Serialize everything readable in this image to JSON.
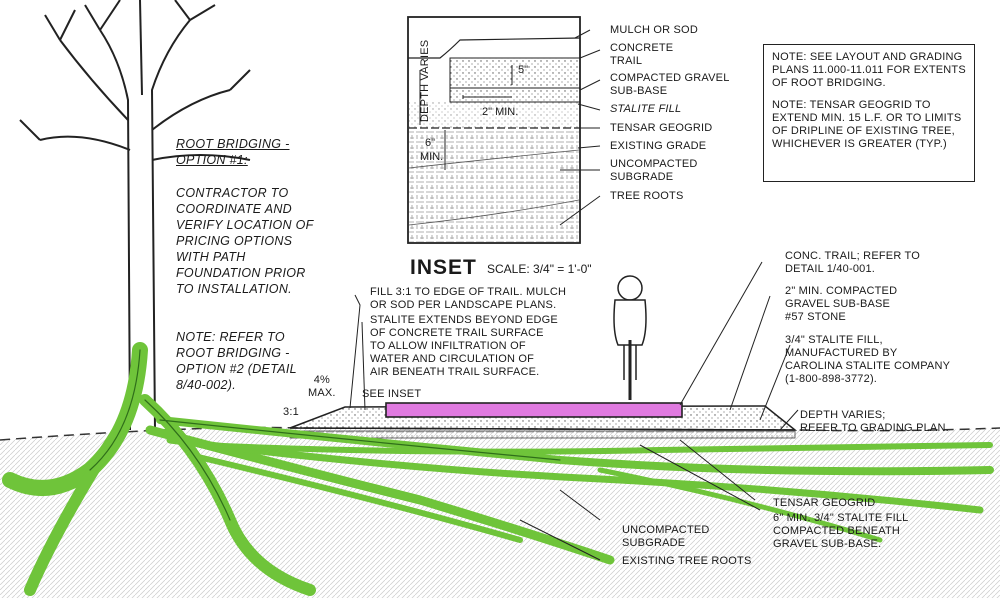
{
  "left_note": {
    "heading": [
      "ROOT BRIDGING -",
      "OPTION #1:"
    ],
    "body": [
      "CONTRACTOR TO",
      "COORDINATE AND",
      "VERIFY LOCATION OF",
      "PRICING OPTIONS",
      "WITH PATH",
      "FOUNDATION PRIOR",
      "TO INSTALLATION."
    ],
    "note": [
      "NOTE: REFER TO",
      "ROOT BRIDGING -",
      "OPTION #2 (DETAIL",
      "8/40-002)."
    ]
  },
  "inset": {
    "title": "INSET",
    "scale": "SCALE: 3/4\" = 1'-0\"",
    "depth_varies": "DEPTH VARIES",
    "dim_5": "5\"",
    "dim_2": "2\" MIN.",
    "dim_6": "6\"",
    "dim_min": "MIN.",
    "labels": {
      "mulch": "MULCH OR SOD",
      "concrete": [
        "CONCRETE",
        "TRAIL"
      ],
      "gravel": [
        "COMPACTED GRAVEL",
        "SUB-BASE"
      ],
      "stalite": "STALITE FILL",
      "geogrid": "TENSAR GEOGRID",
      "grade": "EXISTING GRADE",
      "subgrade": [
        "UNCOMPACTED",
        "SUBGRADE"
      ],
      "roots": "TREE ROOTS"
    }
  },
  "note_box": {
    "note1": "NOTE: SEE LAYOUT AND GRADING PLANS 11.000-11.011 FOR EXTENTS OF ROOT BRIDGING.",
    "note2": "NOTE: TENSAR GEOGRID TO EXTEND MIN. 15 L.F. OR TO LIMITS OF DRIPLINE OF EXISTING TREE, WHICHEVER IS GREATER (TYP.)"
  },
  "section": {
    "fill_note": [
      "FILL 3:1 TO EDGE OF TRAIL. MULCH",
      "OR SOD PER LANDSCAPE PLANS."
    ],
    "stalite_note": [
      "STALITE EXTENDS BEYOND EDGE",
      "OF CONCRETE TRAIL SURFACE",
      "TO ALLOW INFILTRATION OF",
      "WATER AND CIRCULATION OF",
      "AIR BENEATH TRAIL SURFACE."
    ],
    "slope_pct": [
      "4%",
      "MAX."
    ],
    "see_inset": "SEE INSET",
    "slope_ratio": "3:1",
    "conc_trail": [
      "CONC. TRAIL; REFER TO",
      "DETAIL 1/40-001."
    ],
    "gravel": [
      "2\" MIN. COMPACTED",
      "GRAVEL SUB-BASE",
      "#57 STONE"
    ],
    "stalite_fill": [
      "3/4\" STALITE FILL,",
      "MANUFACTURED BY",
      "CAROLINA STALITE COMPANY",
      "(1-800-898-3772)."
    ],
    "depth_varies": [
      "DEPTH VARIES;",
      "REFER TO GRADING PLAN."
    ],
    "geogrid": "TENSAR GEOGRID",
    "fill_beneath": [
      "6\" MIN. 3/4\" STALITE FILL",
      "COMPACTED BENEATH",
      "GRAVEL SUB-BASE."
    ],
    "subgrade": [
      "UNCOMPACTED",
      "SUBGRADE"
    ],
    "roots": "EXISTING TREE ROOTS"
  },
  "colors": {
    "roots": "#6fc43a",
    "roots_dark": "#2f6e1a",
    "trail": "#e07ae0",
    "ink": "#1a1a1a"
  }
}
